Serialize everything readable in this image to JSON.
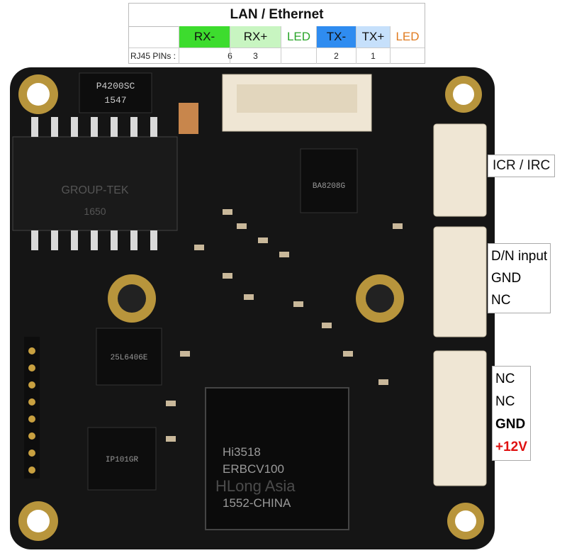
{
  "lan": {
    "title": "LAN / Ethernet",
    "signals": [
      {
        "label": "RX-",
        "bg": "#3ddc2e",
        "fg": "#111111"
      },
      {
        "label": "RX+",
        "bg": "#c8f5c1",
        "fg": "#111111"
      },
      {
        "label": "LED",
        "bg": "#ffffff",
        "fg": "#2aa52a"
      },
      {
        "label": "TX-",
        "bg": "#2f8cf0",
        "fg": "#111111"
      },
      {
        "label": "TX+",
        "bg": "#c6e0fb",
        "fg": "#111111"
      },
      {
        "label": "LED",
        "bg": "#ffffff",
        "fg": "#e07b20"
      }
    ],
    "pins_label": "RJ45 PINs :",
    "pins": [
      "6",
      "3",
      "",
      "2",
      "1",
      ""
    ]
  },
  "board_text": {
    "chip_main_1": "Hi3518",
    "chip_main_2": "ERBCV100",
    "chip_main_3": "1552-CHINA",
    "chip_ic1": "P4200SC",
    "chip_ic1_b": "1547",
    "chip_magnetics_1": "GROUP-TEK",
    "chip_magnetics_2": "1650",
    "chip_flash": "25L6406E",
    "chip_phy": "IP101GR",
    "chip_bat": "BA8208G",
    "watermark": "HLong Asia"
  },
  "connectors": {
    "icr": "ICR / IRC",
    "dn": [
      "D/N input",
      "GND",
      "NC"
    ],
    "power": [
      "NC",
      "NC",
      "GND",
      "+12V"
    ]
  },
  "colors": {
    "board": "#141414",
    "plus12v": "#e01010",
    "copper": "#c8a040",
    "connector": "#efe6d4"
  }
}
